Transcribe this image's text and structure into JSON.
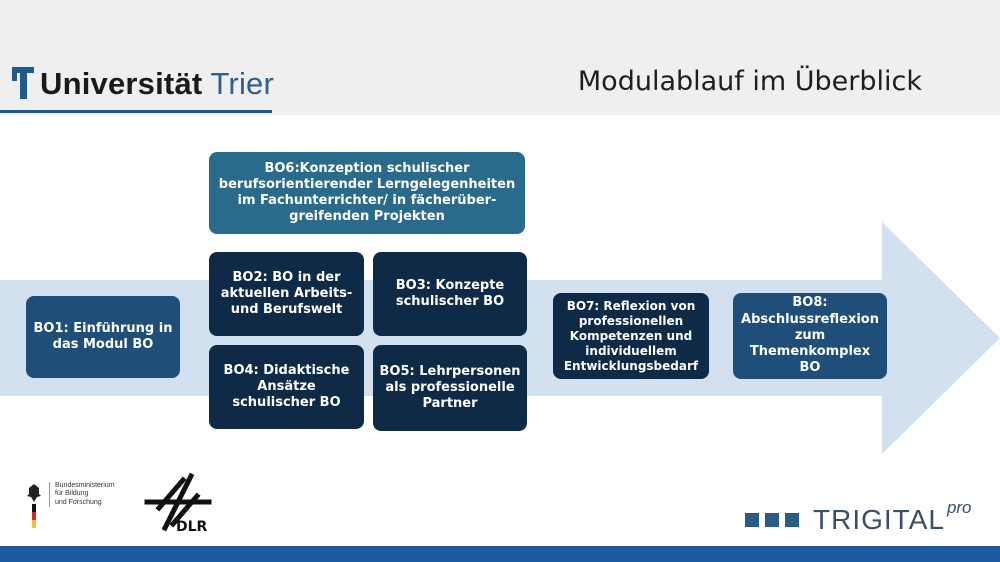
{
  "header": {
    "logo_university": "Universität",
    "logo_city": "Trier",
    "title": "Modulablauf im Überblick"
  },
  "modules": {
    "bo1": "BO1: Einführung in das Modul BO",
    "bo2": "BO2: BO in der aktuellen Arbeits- und Berufswelt",
    "bo3": "BO3: Konzepte schulischer BO",
    "bo4": "BO4: Didaktische Ansätze schulischer BO",
    "bo5": "BO5: Lehrpersonen als professionelle Partner",
    "bo6": "BO6:Konzeption schulischer berufsorientierender Lerngelegenheiten im Fachunterrichter/ in fächerüber-greifenden Projekten",
    "bo7": "BO7: Reflexion von professionellen Kompetenzen und individuellem Entwicklungsbedarf",
    "bo8": "BO8: Abschlussreflexion zum Themenkomplex BO"
  },
  "footer": {
    "bmbf_line1": "Bundesministerium",
    "bmbf_line2": "für Bildung",
    "bmbf_line3": "und Forschung",
    "dlr": "DLR",
    "trigital_main": "TRIGITAL",
    "trigital_pro": "pro"
  },
  "colors": {
    "arrow": "#d3e0ef",
    "box_mid": "#1f4e79",
    "box_dark": "#0f2a47",
    "box_teal": "#2a6a8a",
    "footer_bar": "#1f5aa0"
  }
}
